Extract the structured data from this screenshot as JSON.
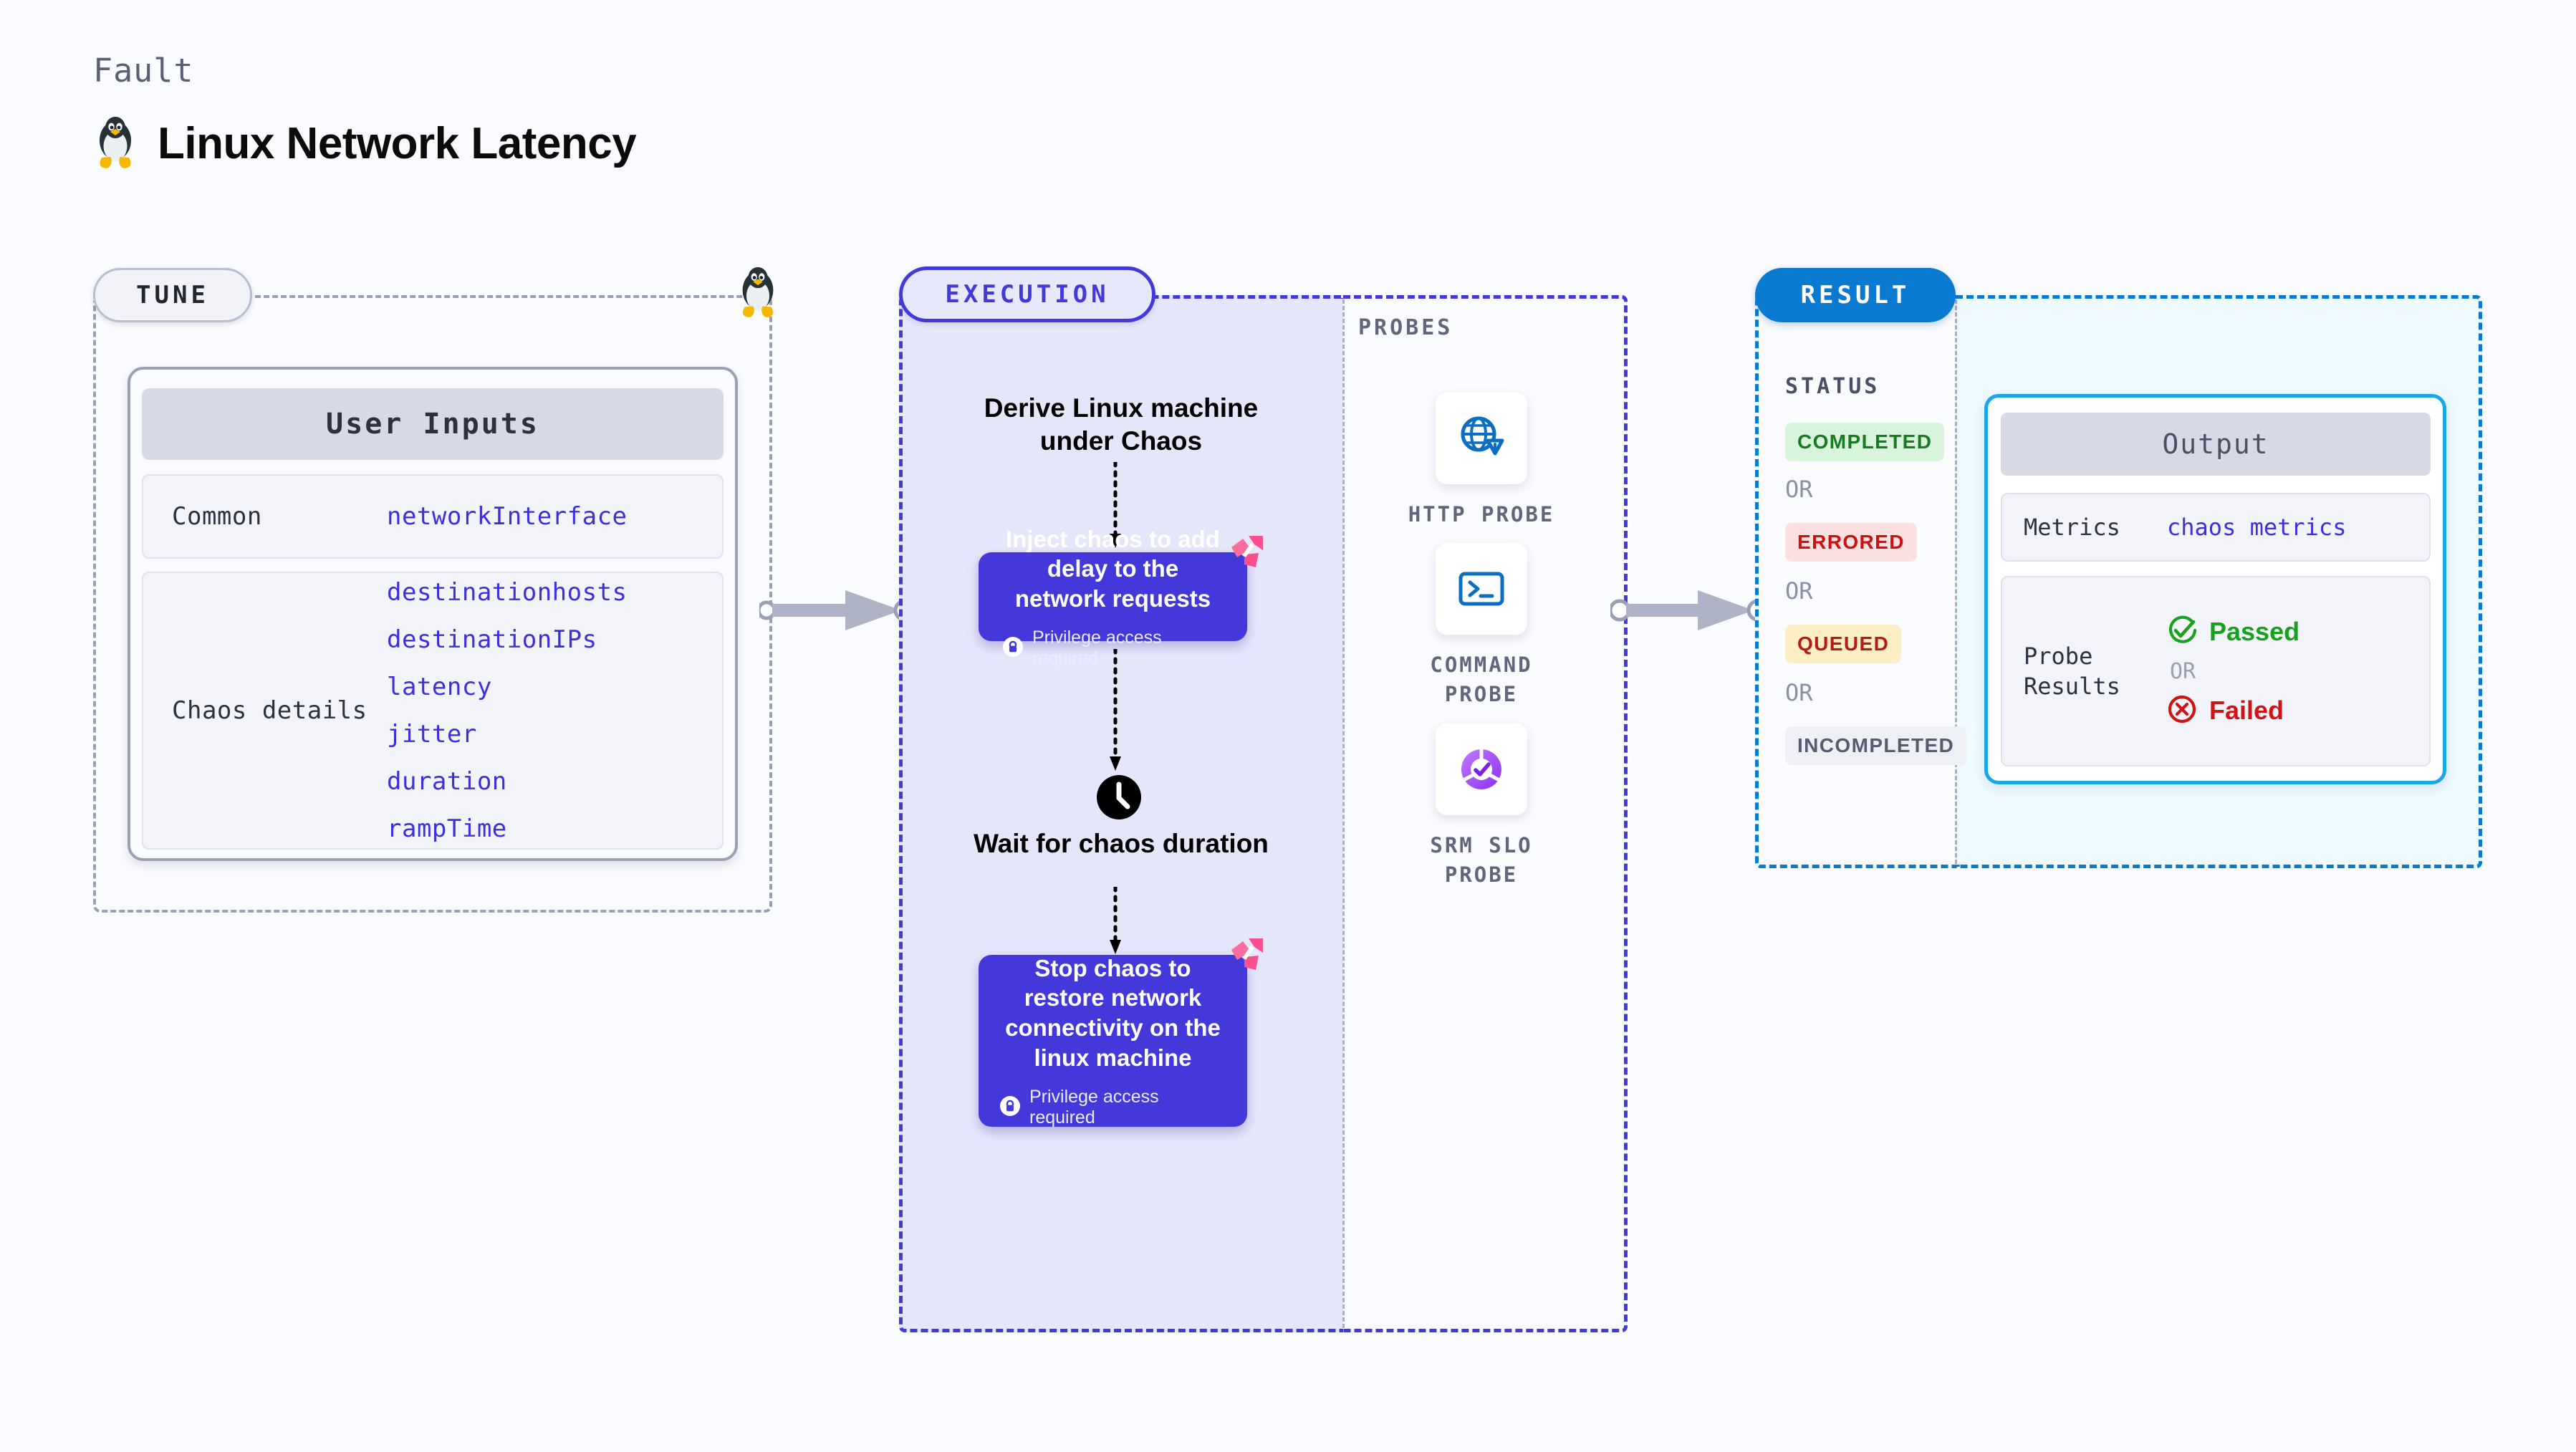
{
  "header": {
    "kicker": "Fault",
    "title": "Linux Network Latency",
    "icon": "linux-penguin-icon"
  },
  "tune": {
    "pill_label": "TUNE",
    "lane_icon": "linux-penguin-icon",
    "card_header": "User Inputs",
    "rows": [
      {
        "label": "Common",
        "values": [
          "networkInterface"
        ]
      },
      {
        "label": "Chaos details",
        "values": [
          "destinationhosts",
          "destinationIPs",
          "latency",
          "jitter",
          "duration",
          "rampTime"
        ]
      }
    ]
  },
  "execution": {
    "pill_label": "EXECUTION",
    "start_text": "Derive Linux machine under Chaos",
    "nodes": [
      {
        "title": "Inject chaos to add delay to the network requests",
        "privilege": "Privilege access required",
        "privilege_icon": "lock-icon",
        "badge_icon": "harness-chaos-logo-icon"
      },
      {
        "title": "Stop chaos to restore network connectivity on the linux machine",
        "privilege": "Privilege access required",
        "privilege_icon": "lock-icon",
        "badge_icon": "harness-chaos-logo-icon"
      }
    ],
    "wait_icon": "clock-icon",
    "wait_text": "Wait for chaos duration"
  },
  "probes": {
    "section_label": "PROBES",
    "items": [
      {
        "label": "HTTP PROBE",
        "icon": "globe-alert-icon"
      },
      {
        "label": "COMMAND PROBE",
        "icon": "terminal-icon"
      },
      {
        "label": "SRM SLO PROBE",
        "icon": "slo-donut-check-icon"
      }
    ]
  },
  "result": {
    "pill_label": "RESULT",
    "status_label": "STATUS",
    "or_label": "OR",
    "statuses": [
      {
        "label": "COMPLETED",
        "bg": "#d8f5dc",
        "fg": "#1a7a22"
      },
      {
        "label": "ERRORED",
        "bg": "#fbe0e0",
        "fg": "#cc1111"
      },
      {
        "label": "QUEUED",
        "bg": "#fdeec5",
        "fg": "#b51a1a"
      },
      {
        "label": "INCOMPLETED",
        "bg": "#eff0f5",
        "fg": "#565b73"
      }
    ],
    "output": {
      "header": "Output",
      "metrics_label": "Metrics",
      "metrics_value": "chaos metrics",
      "probe_results_label": "Probe Results",
      "passed_label": "Passed",
      "passed_icon": "check-circle-icon",
      "or_label": "OR",
      "failed_label": "Failed",
      "failed_icon": "x-circle-icon"
    }
  },
  "colors": {
    "canvas": "#fafbfe",
    "execution_accent": "#4338d9",
    "execution_fill": "#e6e6fb",
    "result_accent": "#0a7ad1",
    "result_fill": "#eefaff",
    "output_border": "#17a7e8",
    "tune_dash": "#9aa0b4",
    "value_text": "#3c2fe0",
    "badge_pink": "#f8518d"
  }
}
